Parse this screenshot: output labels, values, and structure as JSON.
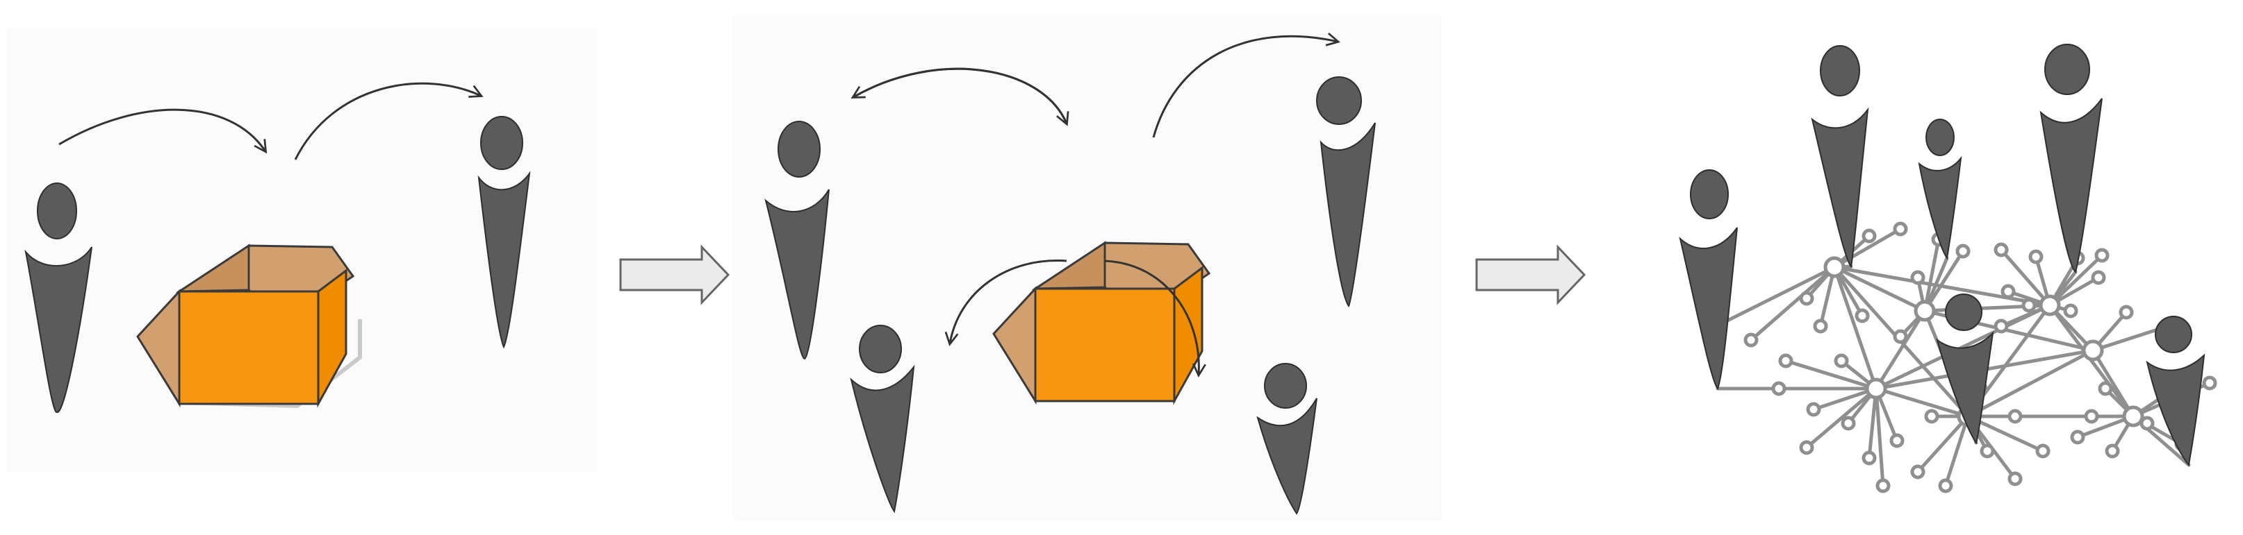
{
  "scene": {
    "background": "#ffffff",
    "panel_background": "#fbfbfb",
    "colors": {
      "figure": "#5b5b5b",
      "figure_outline": "#2e2e2e",
      "box_front": "#f79410",
      "box_side": "#f08c00",
      "box_flap": "#c7915d",
      "box_flap_light": "#d2a06e",
      "box_outline": "#3a3a3a",
      "arrow_curve": "#333333",
      "block_arrow_fill": "#ebebeb",
      "block_arrow_stroke": "#666666",
      "network": "#8f8f8f"
    }
  },
  "stages": [
    {
      "name": "closed-exchange",
      "elements": [
        "person",
        "person",
        "open-box",
        "curved-arrow",
        "curved-arrow"
      ]
    },
    {
      "name": "open-exchange",
      "elements": [
        "person",
        "person",
        "person",
        "person",
        "open-box",
        "curved-arrow",
        "curved-arrow",
        "curved-arrow",
        "curved-arrow"
      ]
    },
    {
      "name": "network",
      "elements": [
        "person",
        "person",
        "person",
        "person",
        "person",
        "person",
        "node-network"
      ]
    }
  ],
  "transitions": [
    {
      "from": "closed-exchange",
      "to": "open-exchange",
      "icon": "block-arrow-right"
    },
    {
      "from": "open-exchange",
      "to": "network",
      "icon": "block-arrow-right"
    }
  ]
}
